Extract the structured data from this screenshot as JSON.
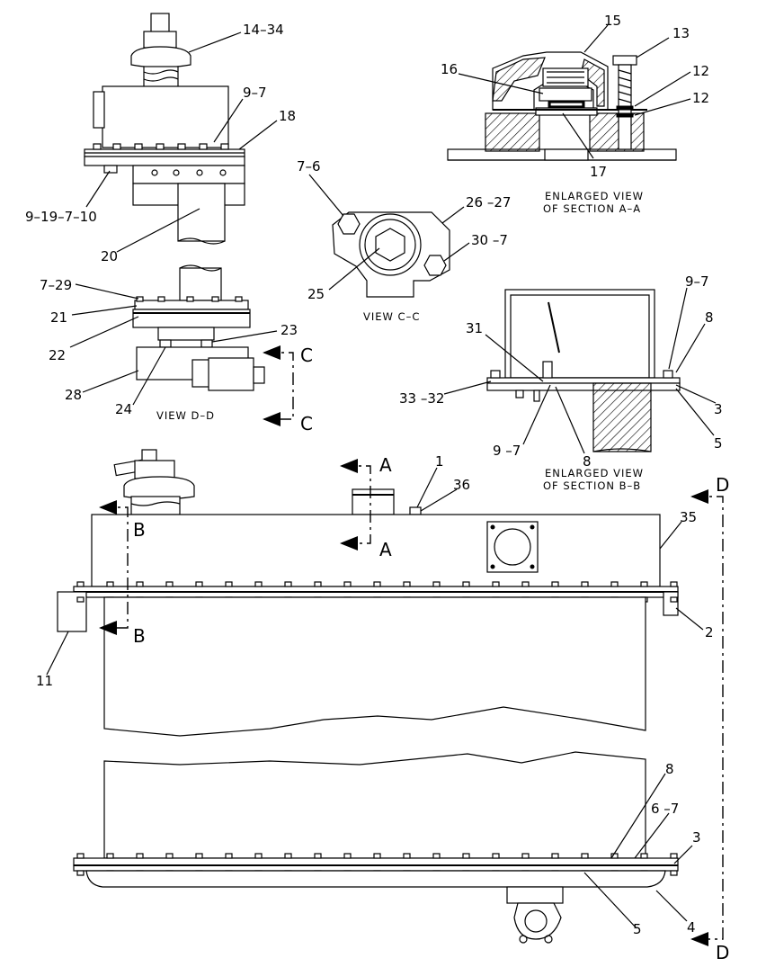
{
  "parts": {
    "p14_34": "14–34",
    "p9_7_top": "9–7",
    "p18": "18",
    "p9_19_7_10": "9–19–7–10",
    "p20": "20",
    "p7_29": "7–29",
    "p21": "21",
    "p22": "22",
    "p23": "23",
    "p28": "28",
    "p24": "24",
    "p15": "15",
    "p13": "13",
    "p16": "16",
    "p12a": "12",
    "p12b": "12",
    "p17": "17",
    "p7_6": "7–6",
    "p26_27": "26 –27",
    "p30_7": "30 –7",
    "p25": "25",
    "p9_7_b": "9–7",
    "p8_b": "8",
    "p31": "31",
    "p33_32": "33 –32",
    "p3_b": "3",
    "p5_b": "5",
    "p9_7_c": "9 –7",
    "p8_c": "8",
    "p1": "1",
    "p36": "36",
    "p35": "35",
    "p2": "2",
    "p11": "11",
    "p8_d": "8",
    "p6_7": "6 –7",
    "p3_d": "3",
    "p5_d": "5",
    "p4": "4"
  },
  "views": {
    "view_dd": "VIEW  D–D",
    "view_cc": "VIEW  C–C",
    "section_aa_1": "ENLARGED  VIEW",
    "section_aa_2": "OF  SECTION  A–A",
    "section_bb_1": "ENLARGED  VIEW",
    "section_bb_2": "OF  SECTION  B–B"
  },
  "section_marks": {
    "c_top": "C",
    "c_bottom": "C",
    "a_top": "A",
    "a_bottom": "A",
    "b_top": "B",
    "b_bottom": "B",
    "d_top": "D",
    "d_bottom": "D"
  }
}
